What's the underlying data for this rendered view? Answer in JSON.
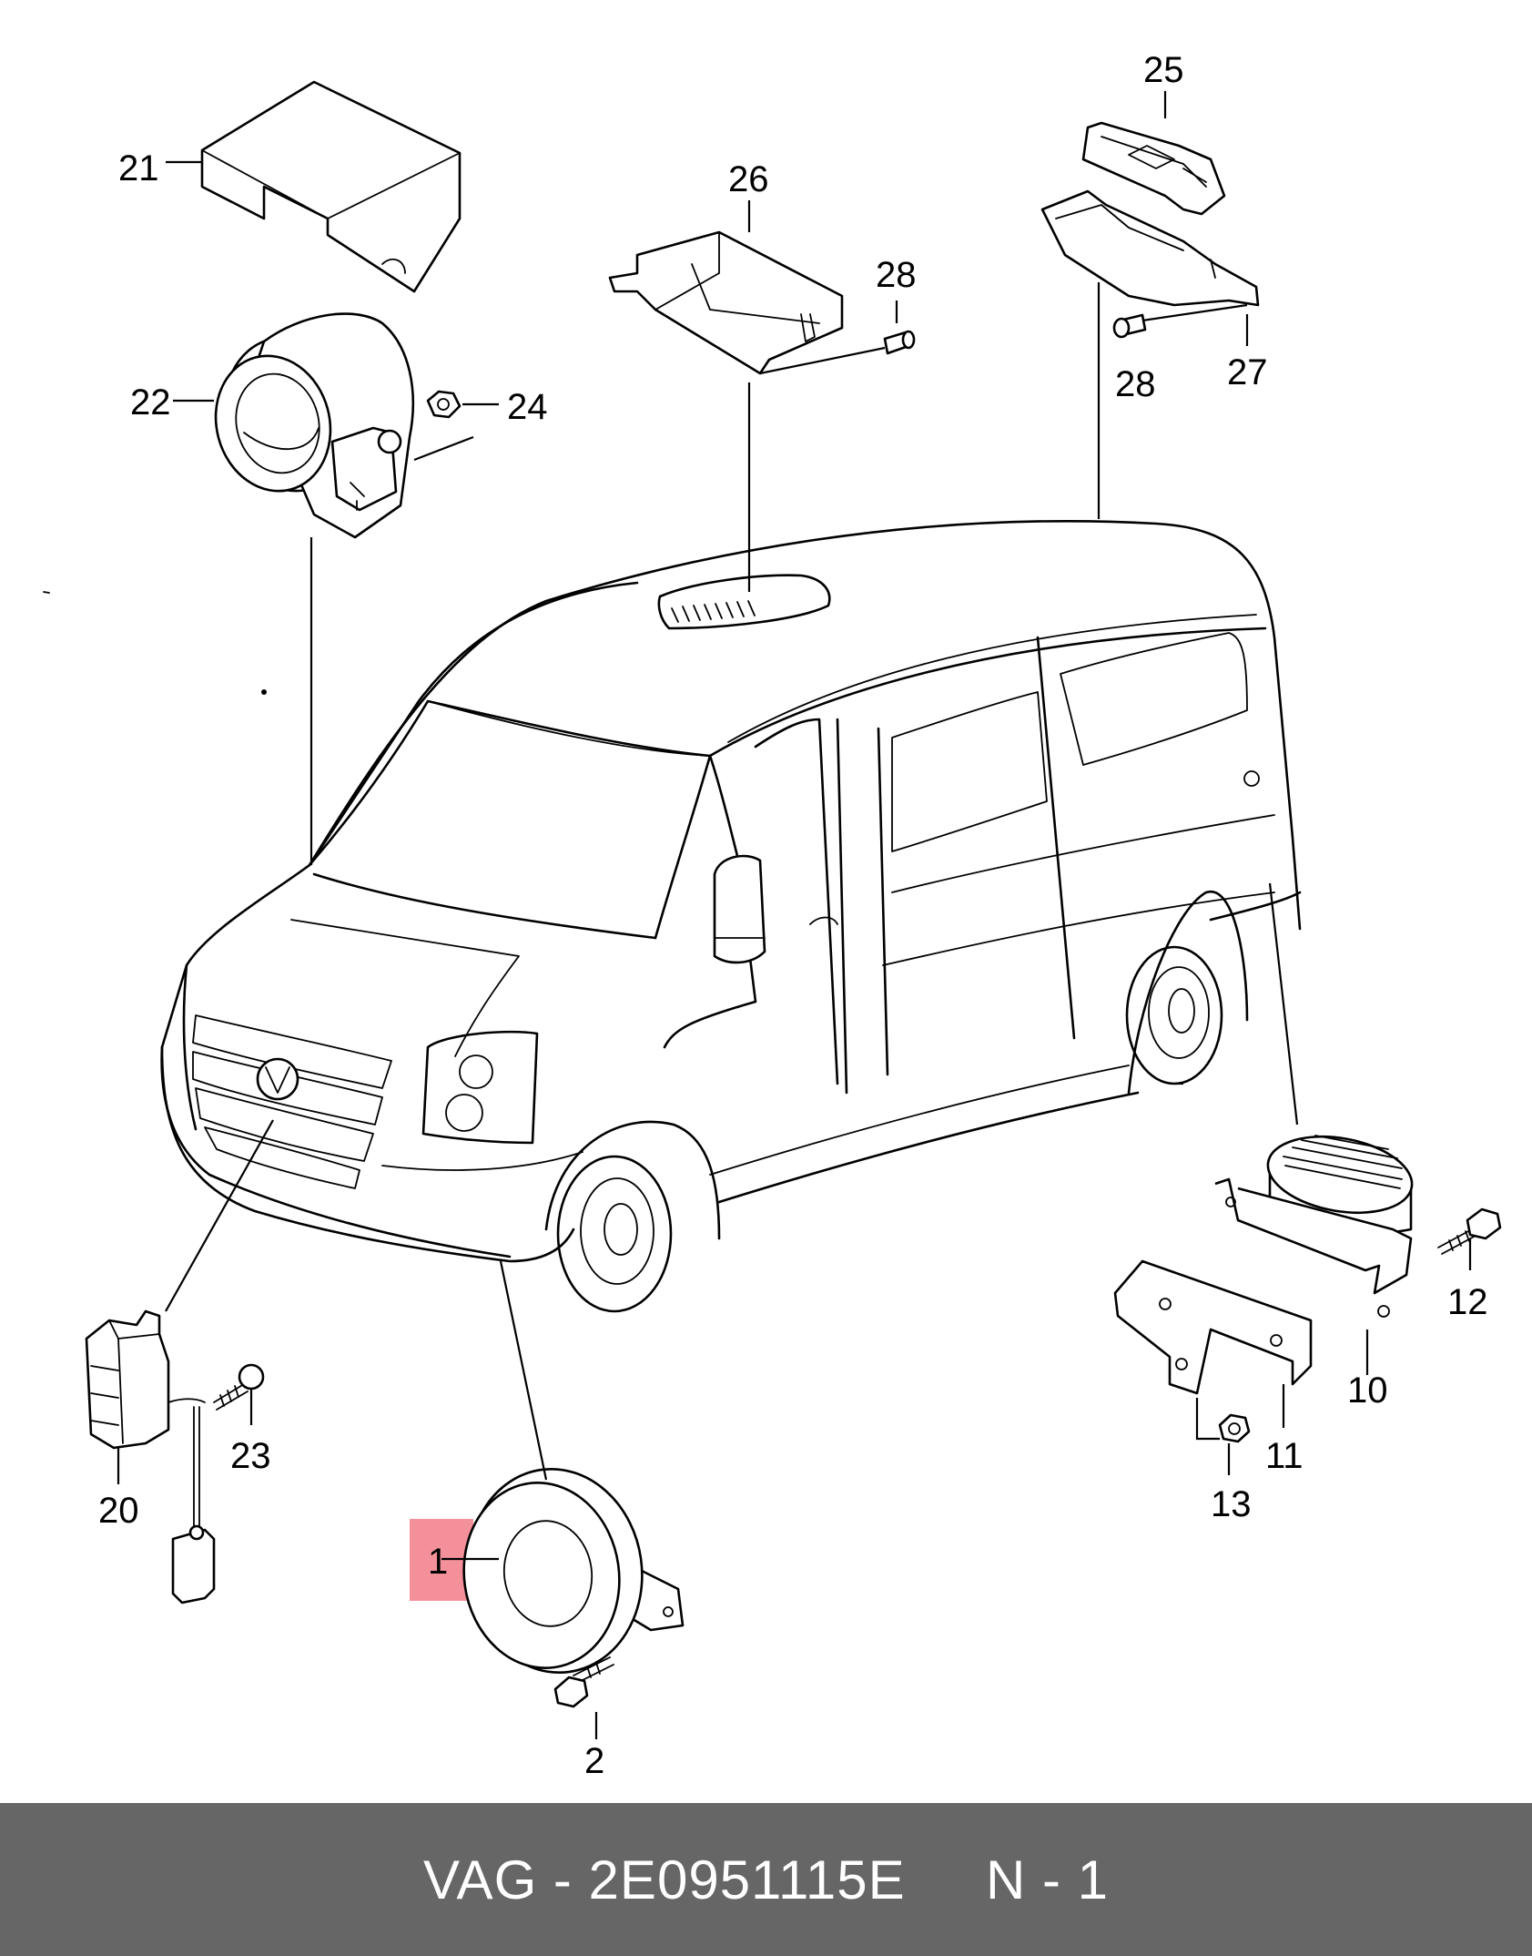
{
  "callouts": {
    "c1": "1",
    "c2": "2",
    "c10": "10",
    "c11": "11",
    "c12": "12",
    "c13": "13",
    "c20": "20",
    "c21": "21",
    "c22": "22",
    "c23": "23",
    "c24": "24",
    "c25": "25",
    "c26": "26",
    "c27": "27",
    "c28a": "28",
    "c28b": "28"
  },
  "highlight": {
    "part": "1",
    "color": "#f4909a"
  },
  "footer": {
    "text": "VAG - 2E0951115E     N - 1",
    "background": "#666666",
    "color": "#ffffff"
  }
}
